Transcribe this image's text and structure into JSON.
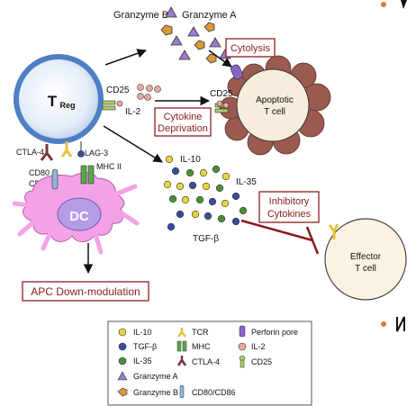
{
  "colors": {
    "treg_fill": "#e9f1fb",
    "treg_ring": "#4f7fc4",
    "dc_fill": "#f3a2e8",
    "dc_nucleus": "#b79be6",
    "apoptotic_cell": "#f6eddc",
    "apoptotic_bleb": "#9a5a4f",
    "effector_fill": "#fbf3e2",
    "box_border": "#8b2020",
    "inhibit_line": "#8b1a1a",
    "il10": "#e8d43a",
    "tgfb": "#3b4a9c",
    "il35": "#4b8f3a",
    "il2": "#e9a9a0",
    "granzyme_a": "#9b7ad0",
    "granzyme_b": "#d89a3a",
    "perforin": "#8a63c8",
    "cd25": "#a8cc68",
    "mhc": "#59a84a",
    "tcr": "#e6c23d",
    "ctla4": "#7a3340",
    "cd80_cd86": "#8fb8d8"
  },
  "cells": {
    "treg_main": "T",
    "treg_sub": "Reg",
    "dc": "DC",
    "apoptotic_line1": "Apoptotic",
    "apoptotic_line2": "T cell",
    "effector_line1": "Effector",
    "effector_line2": "T cell"
  },
  "labels": {
    "granzyme_b": "Granzyme B",
    "granzyme_a": "Granzyme A",
    "cd25_treg": "CD25",
    "cd25_target": "CD25",
    "il2": "IL-2",
    "il10": "IL-10",
    "il35": "IL-35",
    "tgfb": "TGF-β",
    "ctla4": "CTLA-4",
    "lag3": "LAG-3",
    "mhc2": "MHC II",
    "cd80": "CD80",
    "cd86": "CD86"
  },
  "mechanisms": {
    "cytolysis": "Cytolysis",
    "cytokine_deprivation_line1": "Cytokine",
    "cytokine_deprivation_line2": "Deprivation",
    "inhibitory_line1": "Inhibitory",
    "inhibitory_line2": "Cytokines",
    "apc_downmodulation": "APC Down-modulation"
  },
  "legend": {
    "il10": "IL-10",
    "tgfb": "TGF-β",
    "il35": "IL-35",
    "granzyme_a": "Granzyme A",
    "granzyme_b": "Granzyme B",
    "tcr": "TCR",
    "mhc": "MHC",
    "ctla4": "CTLA-4",
    "cd80_cd86": "CD80/CD86",
    "perforin": "Perforin pore",
    "il2": "IL-2",
    "cd25": "CD25"
  }
}
